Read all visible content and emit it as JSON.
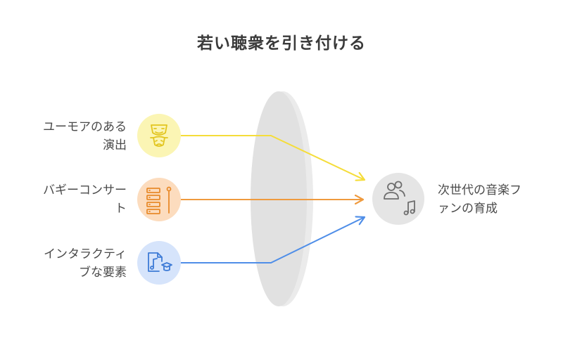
{
  "title": "若い聴衆を引き付ける",
  "inputs": [
    {
      "line1": "ユーモアのある",
      "line2": "演出",
      "icon": "comedy-mask-icon",
      "color": "#F5DD3A",
      "bg": "#FBF5B4"
    },
    {
      "line1": "バギーコンサー",
      "line2": "ト",
      "icon": "xylophone-icon",
      "color": "#EF9A3E",
      "bg": "#FCDCBE"
    },
    {
      "line1": "インタラクティ",
      "line2": "ブな要素",
      "icon": "music-education-icon",
      "color": "#4F8EE8",
      "bg": "#D6E4FB"
    }
  ],
  "output": {
    "line1": "次世代の音楽フ",
    "line2": "ァンの育成",
    "icon": "audience-music-icon",
    "bg": "#E5E5E5"
  },
  "colors": {
    "lens": "#E2E2E2",
    "lens_edge": "#EDEDED",
    "icon_stroke": "#6E6E6E"
  }
}
